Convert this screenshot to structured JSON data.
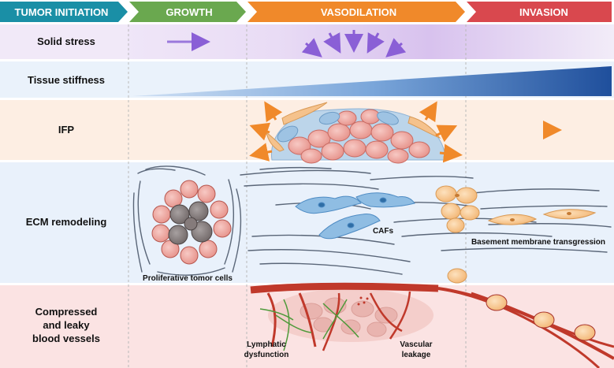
{
  "stages": [
    "TUMOR INITIATION",
    "GROWTH",
    "VASODILATION",
    "INVASION"
  ],
  "rows": {
    "solid_stress": "Solid stress",
    "tissue_stiffness": "Tissue stiffness",
    "ifp": "IFP",
    "ecm_remodeling": "ECM remodeling",
    "vessels": [
      "Compressed",
      "and leaky",
      "blood vessels"
    ]
  },
  "annotations": {
    "proliferative": "Proliferative tomor cells",
    "cafs": "CAFs",
    "basement": "Basement membrane transgression",
    "lymphatic": [
      "Lymphatic",
      "dysfunction"
    ],
    "vascular": [
      "Vascular",
      "leakage"
    ]
  },
  "colors": {
    "stage_initiation": "#1a8fa6",
    "stage_growth": "#6aa84f",
    "stage_vasodilation": "#f0892a",
    "stage_invasion": "#d9484e",
    "solid_stress_bg": "#efe6f7",
    "stiffness_bg": "#eaf2fb",
    "stiffness_wedge": "#2f5ea8",
    "ifp_bg": "#fdeee3",
    "ecm_bg": "#e9f1fb",
    "vessel_bg": "#fbe3e3",
    "vessel": "#c0392b"
  }
}
